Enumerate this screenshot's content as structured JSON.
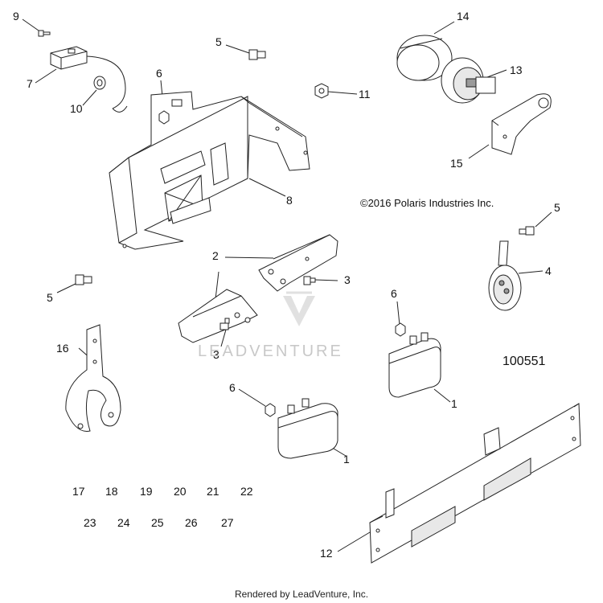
{
  "copyright": "©2016 Polaris Industries Inc.",
  "diagram_id": "100551",
  "watermark": "LEADVENTURE",
  "footer": "Rendered by LeadVenture, Inc.",
  "callouts": {
    "c1a": "1",
    "c1b": "1",
    "c2": "2",
    "c3a": "3",
    "c3b": "3",
    "c4": "4",
    "c5a": "5",
    "c5b": "5",
    "c5c": "5",
    "c6a": "6",
    "c6b": "6",
    "c6c": "6",
    "c7": "7",
    "c8": "8",
    "c9": "9",
    "c10": "10",
    "c11": "11",
    "c12": "12",
    "c13": "13",
    "c14": "14",
    "c15": "15",
    "c16": "16"
  },
  "unused_numbers": {
    "n17": "17",
    "n18": "18",
    "n19": "19",
    "n20": "20",
    "n21": "21",
    "n22": "22",
    "n23": "23",
    "n24": "24",
    "n25": "25",
    "n26": "26",
    "n27": "27"
  }
}
